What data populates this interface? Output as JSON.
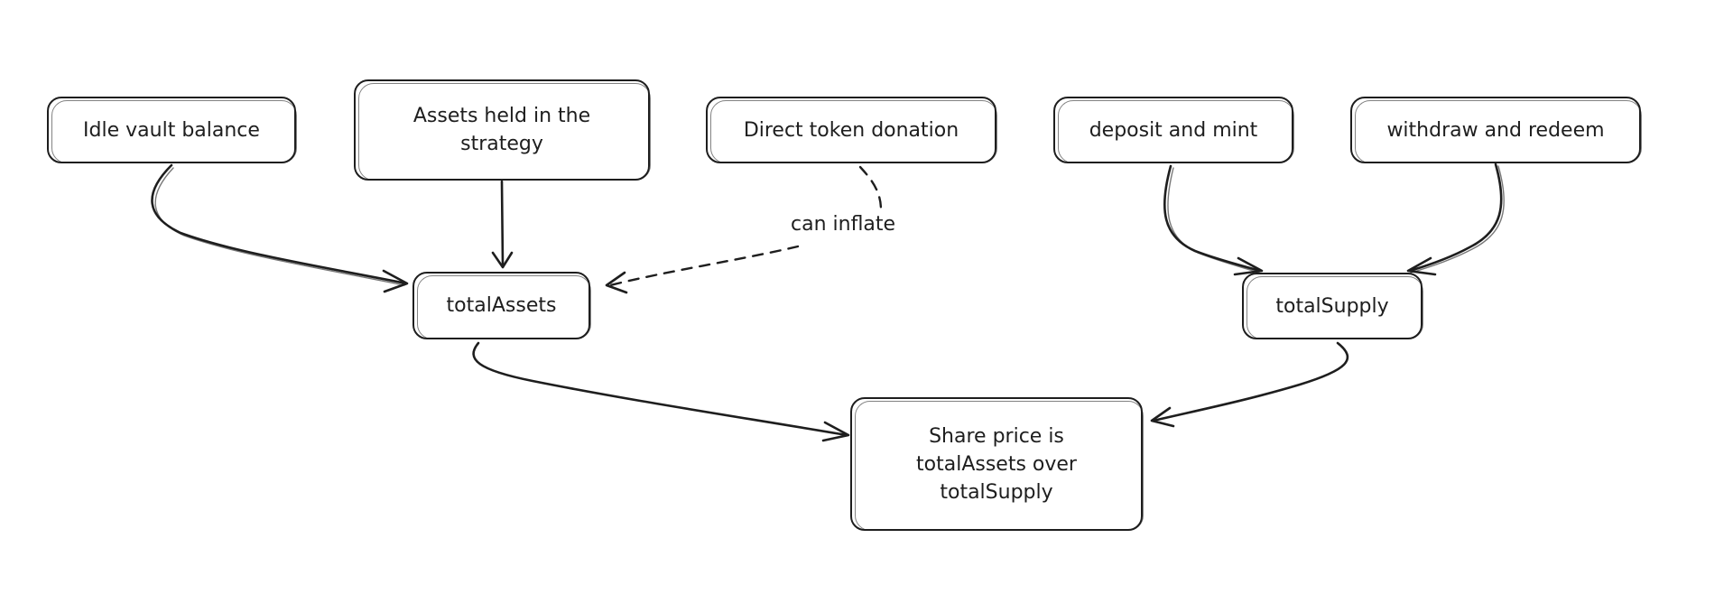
{
  "diagram": {
    "nodes": {
      "idle": {
        "label": "Idle vault balance"
      },
      "strategy": {
        "label": "Assets held in the\nstrategy"
      },
      "donation": {
        "label": "Direct token donation"
      },
      "deposit": {
        "label": "deposit and mint"
      },
      "withdraw": {
        "label": "withdraw and redeem"
      },
      "totalAssets": {
        "label": "totalAssets"
      },
      "totalSupply": {
        "label": "totalSupply"
      },
      "sharePrice": {
        "label": "Share price is\ntotalAssets over\ntotalSupply"
      }
    },
    "edges": [
      {
        "from": "idle",
        "to": "totalAssets",
        "style": "solid"
      },
      {
        "from": "strategy",
        "to": "totalAssets",
        "style": "solid"
      },
      {
        "from": "donation",
        "to": "totalAssets",
        "style": "dashed",
        "label": "can inflate"
      },
      {
        "from": "deposit",
        "to": "totalSupply",
        "style": "solid"
      },
      {
        "from": "withdraw",
        "to": "totalSupply",
        "style": "solid"
      },
      {
        "from": "totalAssets",
        "to": "sharePrice",
        "style": "solid"
      },
      {
        "from": "totalSupply",
        "to": "sharePrice",
        "style": "solid"
      }
    ]
  }
}
